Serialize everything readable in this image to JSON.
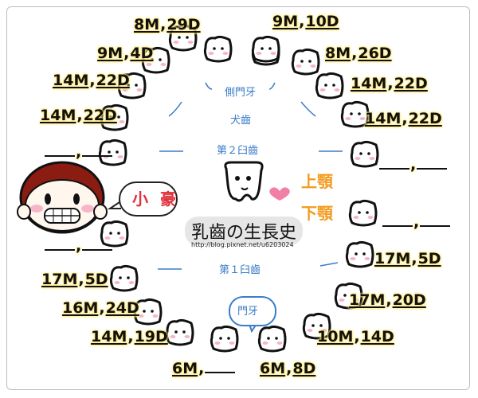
{
  "title": "乳齒の生長史",
  "url": "http://blog.pixnet.net/u6203024",
  "child_name": "小 豪",
  "jaw": {
    "upper": "上顎",
    "lower": "下顎"
  },
  "tooth_types": {
    "lateral_incisor": "側門牙",
    "canine": "犬齒",
    "second_molar": "第２臼齒",
    "first_molar": "第１臼齒",
    "central_incisor": "門牙"
  },
  "upper_left": [
    {
      "m": "8M",
      "d": "29D"
    },
    {
      "m": "9M",
      "d": "4D"
    },
    {
      "m": "14M",
      "d": "22D"
    },
    {
      "m": "14M",
      "d": "22D"
    },
    {
      "m": "",
      "d": ""
    }
  ],
  "upper_right": [
    {
      "m": "9M",
      "d": "10D"
    },
    {
      "m": "8M",
      "d": "26D"
    },
    {
      "m": "14M",
      "d": "22D"
    },
    {
      "m": "14M",
      "d": "22D"
    },
    {
      "m": "",
      "d": ""
    }
  ],
  "lower_left": [
    {
      "m": "",
      "d": ""
    },
    {
      "m": "17M",
      "d": "5D"
    },
    {
      "m": "16M",
      "d": "24D"
    },
    {
      "m": "14M",
      "d": "19D"
    },
    {
      "m": "6M",
      "d": ""
    }
  ],
  "lower_right": [
    {
      "m": "",
      "d": ""
    },
    {
      "m": "17M",
      "d": "5D"
    },
    {
      "m": "17M",
      "d": "20D"
    },
    {
      "m": "10M",
      "d": "14D"
    },
    {
      "m": "6M",
      "d": "8D"
    }
  ],
  "colors": {
    "label_highlight": "#ffe97a",
    "tooth_name": "#3a7dc9",
    "jaw_label": "#f39a1d",
    "child_name": "#e0303a",
    "hair": "#8a1c12",
    "cheek": "#f6b6c8"
  }
}
